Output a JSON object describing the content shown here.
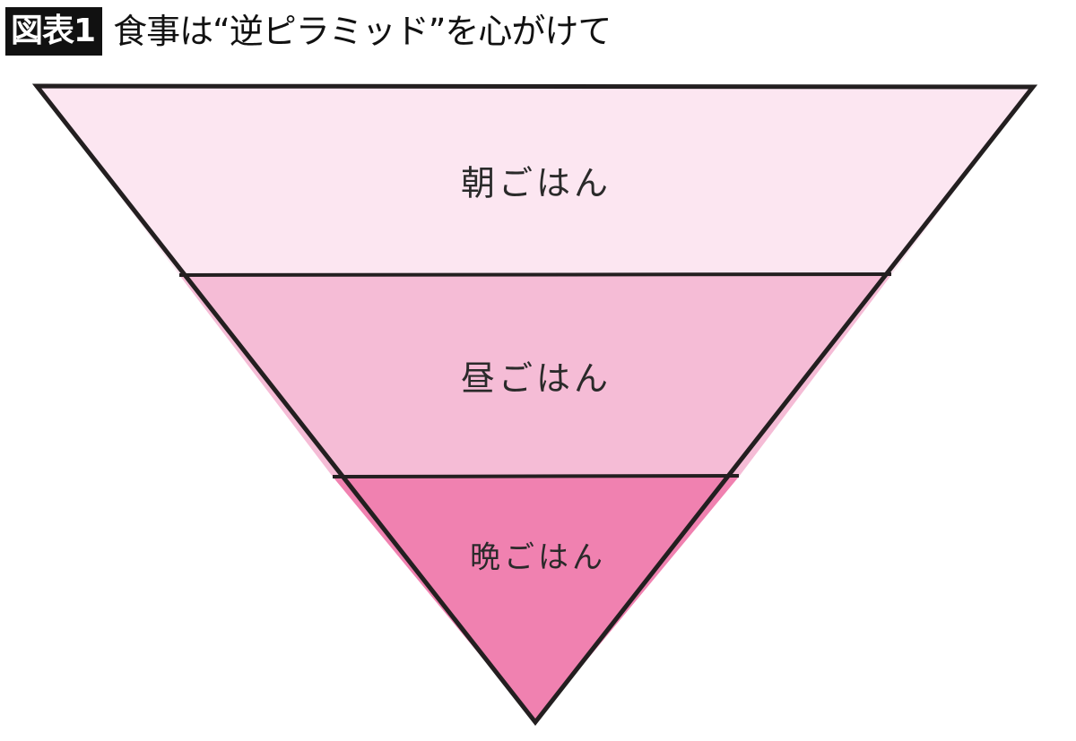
{
  "header": {
    "badge": "図表1",
    "title": "食事は“逆ピラミッド”を心がけて"
  },
  "diagram": {
    "type": "inverted-pyramid",
    "levels": [
      {
        "label": "朝ごはん",
        "color": "#fce6f1"
      },
      {
        "label": "昼ごはん",
        "color": "#f5bcd6"
      },
      {
        "label": "晩ごはん",
        "color": "#f081b0"
      }
    ],
    "outline_color": "#231f20"
  }
}
